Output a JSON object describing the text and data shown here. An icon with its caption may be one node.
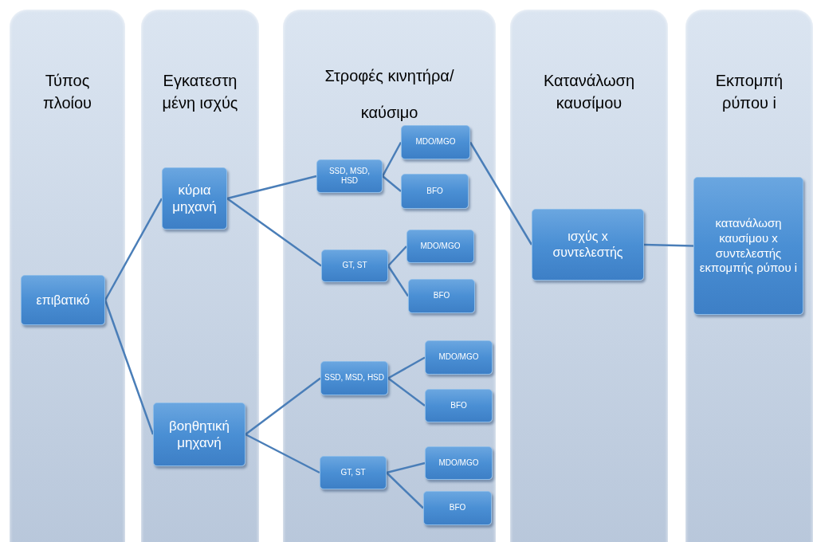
{
  "diagram": {
    "nodes": [
      {
        "text": [
          "Τύπος πλοίου"
        ]
      },
      {
        "text": [
          "Εγκατεστη μένη ισχύς"
        ]
      },
      {
        "text": [
          "Στροφές κινητήρα/ καύσιμο"
        ]
      },
      {
        "text": [
          "Κατανάλωση καυσίμου"
        ]
      },
      {
        "text": [
          "Εκπομπή ρύπου i"
        ]
      },
      {
        "text": [
          "επιβατικό"
        ],
        "in": 0
      },
      {
        "text": [
          "κύρια μηχανή"
        ],
        "in": 1
      },
      {
        "text": [
          "βοηθητική μηχανή"
        ],
        "in": 1
      },
      {
        "text": [
          "SSD, MSD, HSD"
        ],
        "in": 2
      },
      {
        "text": [
          "MDO/MGO"
        ],
        "in": 2
      },
      {
        "text": [
          "BFO"
        ],
        "in": 2
      },
      {
        "text": [
          "GT, ST"
        ],
        "in": 2
      },
      {
        "text": [
          "MDO/MGO"
        ],
        "in": 2
      },
      {
        "text": [
          "BFO"
        ],
        "in": 2
      },
      {
        "text": [
          "SSD, MSD, HSD"
        ],
        "in": 2
      },
      {
        "text": [
          "MDO/MGO"
        ],
        "in": 2
      },
      {
        "text": [
          "BFO"
        ],
        "in": 2
      },
      {
        "text": [
          "GT, ST"
        ],
        "in": 2
      },
      {
        "text": [
          "MDO/MGO"
        ],
        "in": 2
      },
      {
        "text": [
          "BFO"
        ],
        "in": 2
      },
      {
        "text": [
          "ισχύς x συντελεστής"
        ],
        "in": 3
      },
      {
        "text": [
          "κατανάλωση καυσίμου x συντελεστής εκπομπής ρύπου i"
        ],
        "in": 4
      }
    ],
    "edges": [
      {
        "from": 5,
        "to": 6,
        "arrow": "none"
      },
      {
        "from": 5,
        "to": 7,
        "arrow": "none"
      },
      {
        "from": 6,
        "to": 8,
        "arrow": "none"
      },
      {
        "from": 6,
        "to": 11,
        "arrow": "none"
      },
      {
        "from": 8,
        "to": 9,
        "arrow": "none"
      },
      {
        "from": 8,
        "to": 10,
        "arrow": "none"
      },
      {
        "from": 11,
        "to": 12,
        "arrow": "none"
      },
      {
        "from": 11,
        "to": 13,
        "arrow": "none"
      },
      {
        "from": 7,
        "to": 14,
        "arrow": "none"
      },
      {
        "from": 7,
        "to": 17,
        "arrow": "none"
      },
      {
        "from": 14,
        "to": 15,
        "arrow": "none"
      },
      {
        "from": 14,
        "to": 16,
        "arrow": "none"
      },
      {
        "from": 17,
        "to": 18,
        "arrow": "none"
      },
      {
        "from": 17,
        "to": 19,
        "arrow": "none"
      },
      {
        "from": 9,
        "to": 20,
        "arrow": "none"
      },
      {
        "from": 20,
        "to": 21,
        "arrow": "none"
      }
    ]
  }
}
